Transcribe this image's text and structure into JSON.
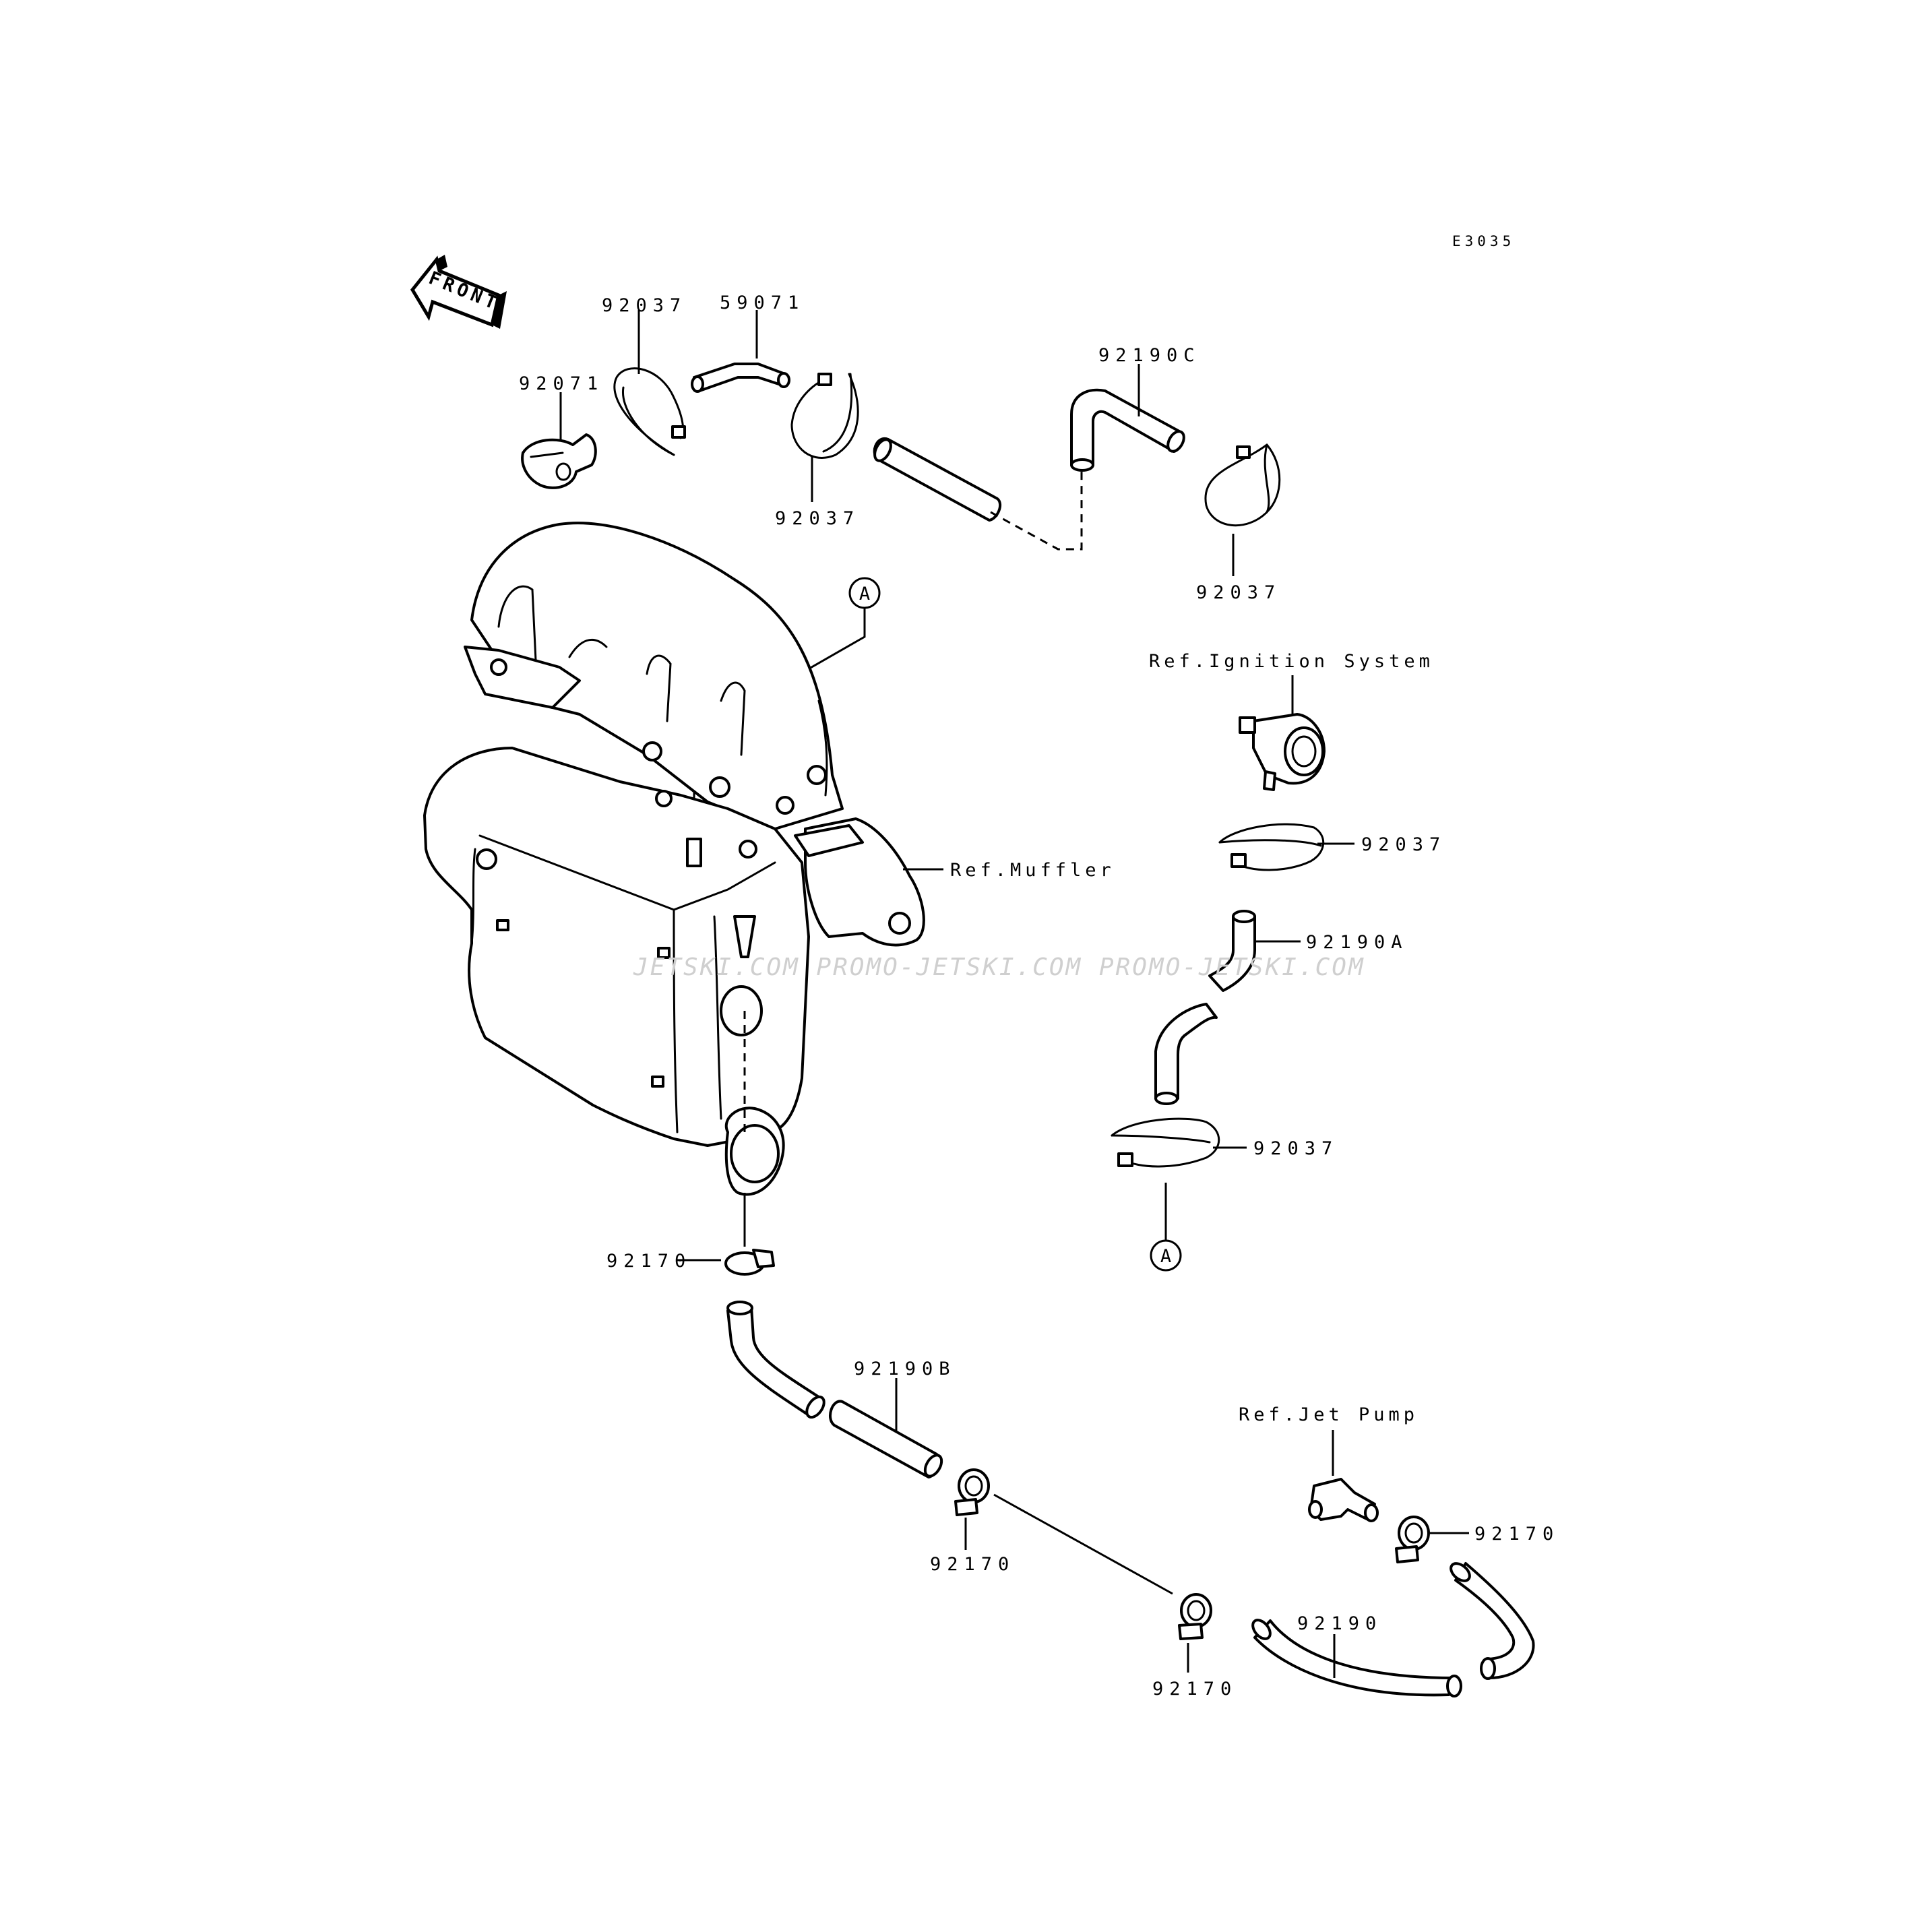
{
  "diagram_code": "E3035",
  "front_arrow_text": "FRONT",
  "watermark": "JETSKI.COM  PROMO-JETSKI.COM  PROMO-JETSKI.COM",
  "callouts": {
    "p92071": "92071",
    "p92037_a": "92037",
    "p59071": "59071",
    "p92037_b": "92037",
    "p92190c": "92190C",
    "p92037_c": "92037",
    "p92037_d": "92037",
    "p92190a": "92190A",
    "p92037_e": "92037",
    "p92170_a": "92170",
    "p92190b": "92190B",
    "p92170_b": "92170",
    "p92170_c": "92170",
    "p92170_d": "92170",
    "p92190": "92190"
  },
  "references": {
    "ignition": "Ref.Ignition System",
    "muffler": "Ref.Muffler",
    "jet_pump": "Ref.Jet Pump"
  },
  "connectors": {
    "a_top": "A",
    "a_bottom": "A"
  }
}
